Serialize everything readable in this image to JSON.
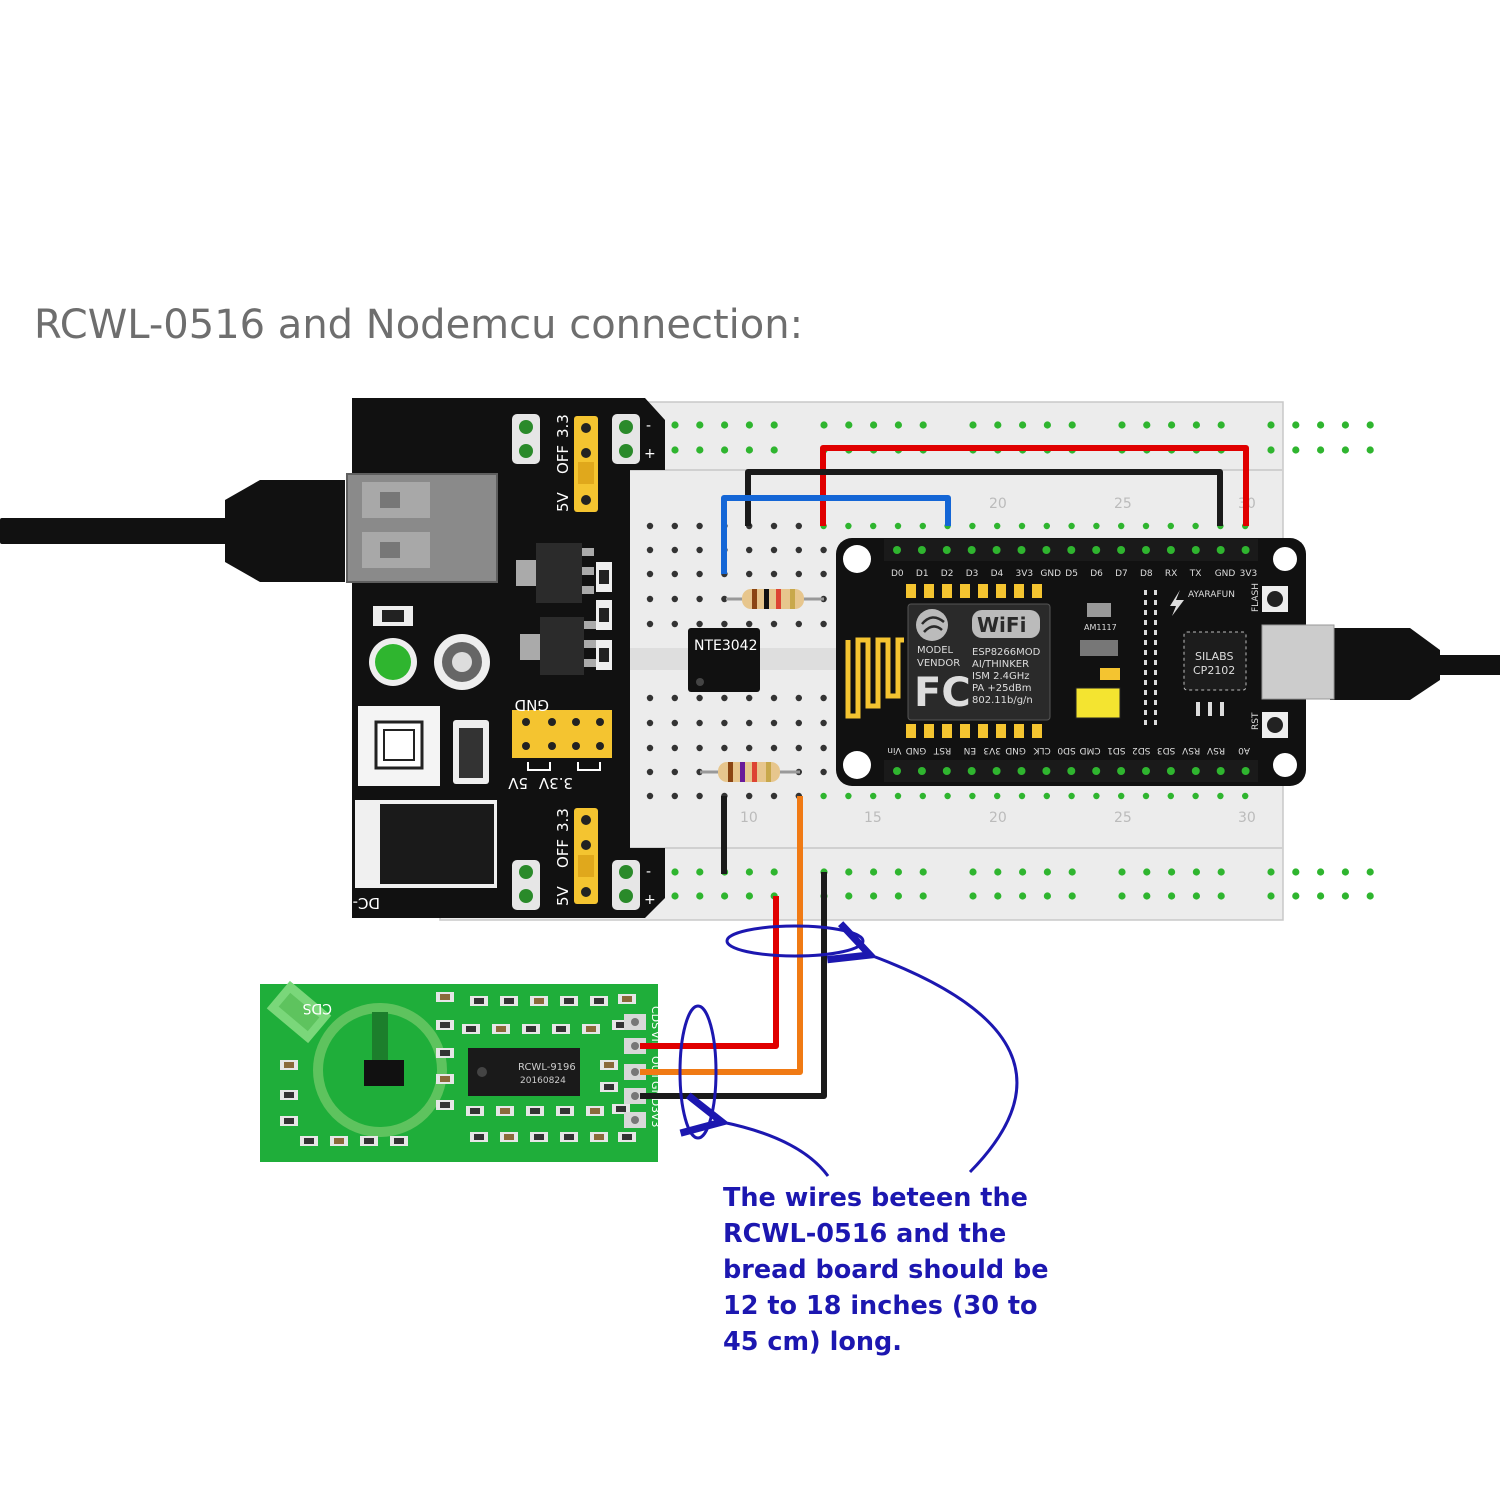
{
  "title": "RCWL-0516 and Nodemcu connection:",
  "note_lines": [
    "The wires beteen the",
    "RCWL-0516 and the",
    "bread board should be",
    "12 to 18 inches (30 to",
    "45 cm) long."
  ],
  "power_module": {
    "jumper_label_top": [
      "5V",
      "OFF",
      "3.3"
    ],
    "jumper_label_bottom": [
      "5V",
      "OFF",
      "3.3"
    ],
    "gnd_label": "GND",
    "out_5v": "5V",
    "out_33v": "3.3V",
    "dc_in": "DC-in",
    "minus": "-",
    "plus": "+"
  },
  "ic_label": "NTE3042",
  "breadboard_row_numbers": [
    "10",
    "15",
    "20",
    "25",
    "30"
  ],
  "nodemcu": {
    "top_pins": [
      "D0",
      "D1",
      "D2",
      "D3",
      "D4",
      "3V3",
      "GND",
      "D5",
      "D6",
      "D7",
      "D8",
      "RX",
      "TX",
      "GND",
      "3V3"
    ],
    "bottom_pins": [
      "A0",
      "RSV",
      "RSV",
      "SD3",
      "SD2",
      "SD1",
      "CMD",
      "SD0",
      "CLK",
      "GND",
      "3V3",
      "EN",
      "RST",
      "GND",
      "Vin"
    ],
    "wifi": "WiFi",
    "model_label": "MODEL",
    "vendor_label": "VENDOR",
    "module_lines": [
      "ESP8266MOD",
      "AI/THINKER",
      "ISM 2.4GHz",
      "PA +25dBm",
      "802.11b/g/n"
    ],
    "fc": "FC",
    "regulator": "AM1117",
    "brand": "AYARAFUN",
    "usb_chip": [
      "SILABS",
      "CP2102"
    ],
    "flash": "FLASH",
    "rst": "RST"
  },
  "rcwl": {
    "cds": "CDS",
    "chip": "RCWL-9196",
    "date": "20160824",
    "pins": [
      "CDS",
      "VIN",
      "OUT",
      "GND",
      "3V3"
    ]
  },
  "colors": {
    "wire_red": "#e00000",
    "wire_black": "#1a1a1a",
    "wire_blue": "#1466d6",
    "wire_orange": "#f07a14",
    "annotation_blue": "#1c17b0",
    "pcb_green": "#1fae3a",
    "module_black": "#111111",
    "breadboard": "#ececec"
  }
}
